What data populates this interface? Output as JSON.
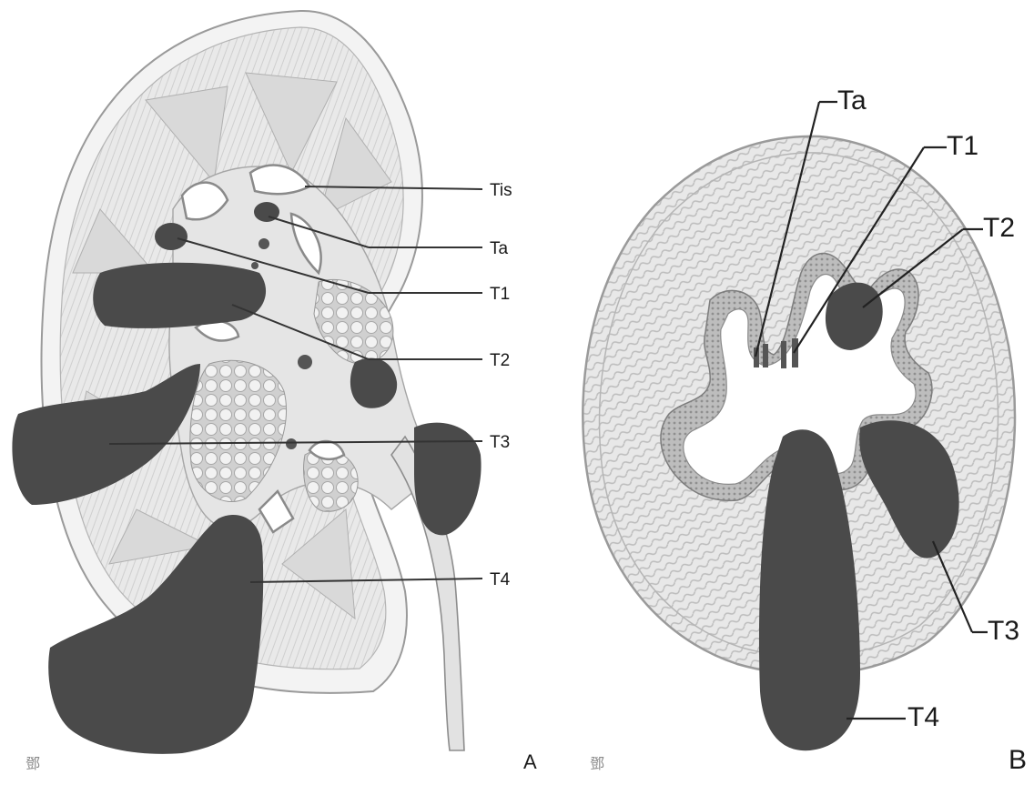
{
  "panel_a": {
    "letter": "A",
    "mark": "鄧",
    "labels": {
      "tis": "Tis",
      "ta": "Ta",
      "t1": "T1",
      "t2": "T2",
      "t3": "T3",
      "t4": "T4"
    }
  },
  "panel_b": {
    "letter": "B",
    "mark": "鄧",
    "labels": {
      "ta": "Ta",
      "t1": "T1",
      "t2": "T2",
      "t3": "T3",
      "t4": "T4"
    }
  },
  "colors": {
    "tumor": "#4a4a4a",
    "tissue_light": "#ececec",
    "tissue_mid": "#d6d6d6",
    "outline": "#8c8c8c",
    "leader": "#333333"
  }
}
